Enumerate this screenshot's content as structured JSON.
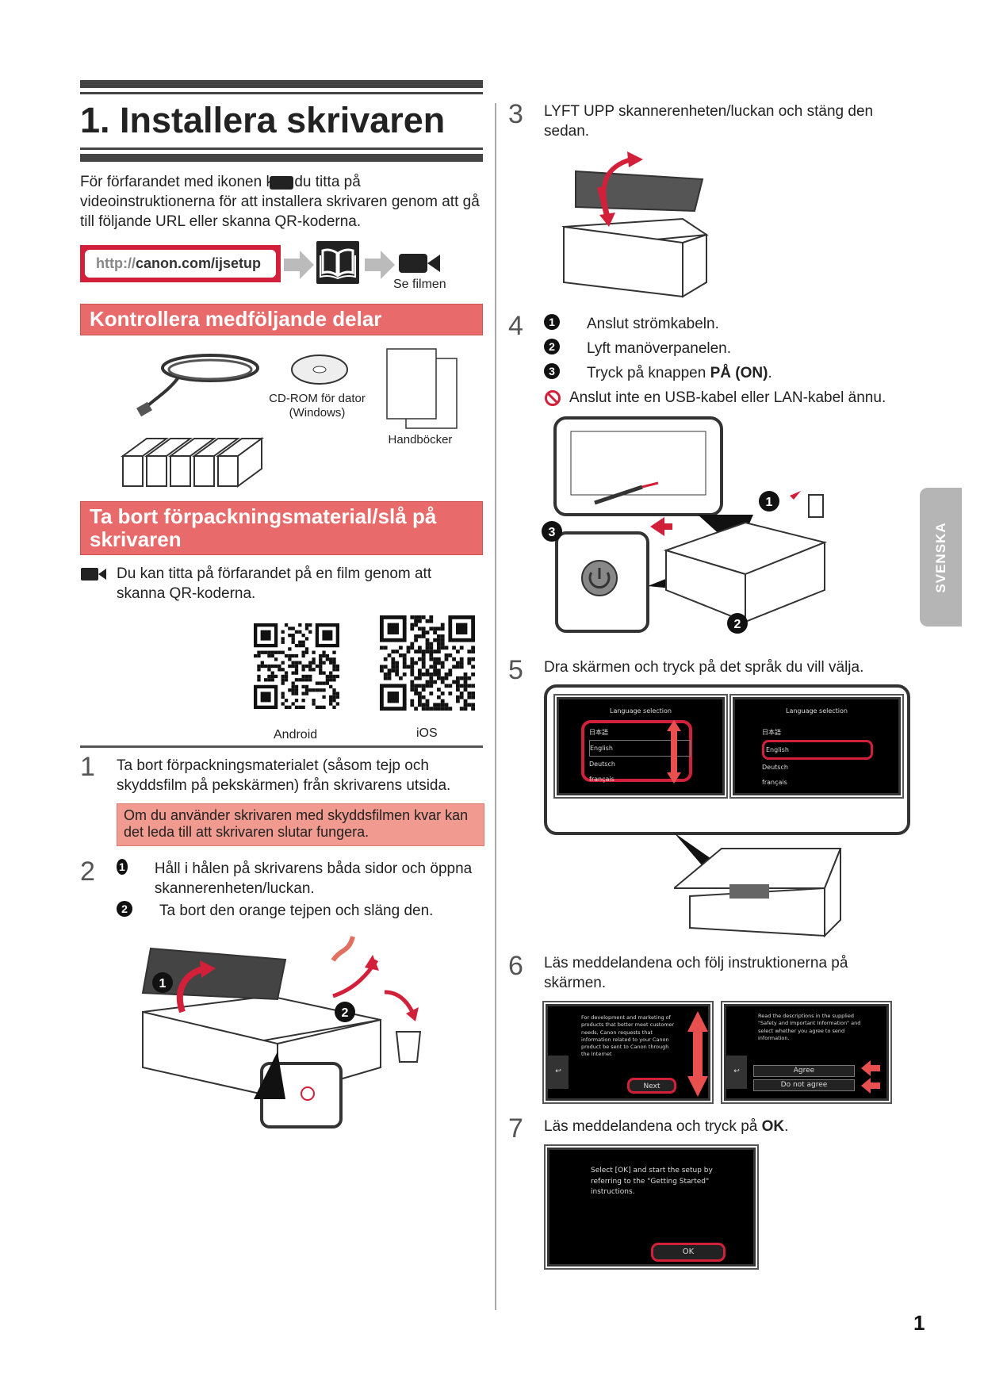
{
  "left": {
    "title": "1. Installera skrivaren",
    "intro": "För förfarandet med ikonen kan du titta på videoinstruktionerna för att installera skrivaren genom att gå till följande URL eller skanna QR-koderna.",
    "intro_before": "För förfarandet med ikonen",
    "intro_after": "an du titta på videoinstruktionerna för att installera skrivaren genom att gå till följande URL eller skanna QR-koderna.",
    "url_prefix": "http://",
    "url_main": "canon.com/ijsetup",
    "see_film": "Se filmen",
    "section1": "Kontrollera medföljande delar",
    "cdrom": "CD-ROM för dator (Windows)",
    "manuals": "Handböcker",
    "section2": "Ta bort förpackningsmaterial/slå på skrivaren",
    "video_note": "Du kan titta på förfarandet på en film genom att skanna QR-koderna.",
    "qr_android": "Android",
    "qr_ios": "iOS",
    "step1_num": "1",
    "step1_text": "Ta bort förpackningsmaterialet (såsom tejp och skyddsfilm på pekskärmen) från skrivarens utsida.",
    "step1_warning": "Om du använder skrivaren med skyddsfilmen kvar kan det leda till att skrivaren slutar fungera.",
    "step2_num": "2",
    "step2_items": [
      "Håll i hålen på skrivarens båda sidor och öppna skannerenheten/luckan.",
      "Ta bort den orange tejpen och släng den."
    ],
    "markers": [
      "1",
      "2"
    ]
  },
  "right": {
    "step3_num": "3",
    "step3_text": "LYFT UPP skannerenheten/luckan och stäng den sedan.",
    "step4_num": "4",
    "step4_items": [
      "Anslut strömkabeln.",
      "Lyft manöverpanelen.",
      "Tryck på knappen "
    ],
    "step4_bold": "PÅ (ON)",
    "step4_warning": "Anslut inte en USB-kabel eller LAN-kabel ännu.",
    "step4_markers": [
      "1",
      "2",
      "3"
    ],
    "step5_num": "5",
    "step5_text": "Dra skärmen och tryck på det språk du vill välja.",
    "lang_title": "Language selection",
    "languages": [
      "日本語",
      "English",
      "Deutsch",
      "français"
    ],
    "step6_num": "6",
    "step6_text": "Läs meddelandena och följ instruktionerna på skärmen.",
    "screen6a_text": "For development and marketing of products that better meet customer needs, Canon requests that information related to your Canon product be sent to Canon through the Internet",
    "screen6a_next": "Next",
    "screen6b_text": "Read the descriptions in the supplied \"Safety and Important Information\" and select whether you agree to send information.",
    "screen6b_agree": "Agree",
    "screen6b_disagree": "Do not agree",
    "step7_num": "7",
    "step7_text": "Läs meddelandena och tryck på ",
    "step7_bold": "OK",
    "screen7_text": "Select [OK] and start the setup by referring to the \"Getting Started\" instructions.",
    "screen7_ok": "OK"
  },
  "side_tab": "SVENSKA",
  "page_number": "1",
  "colors": {
    "accent_red": "#e86a6a",
    "url_border": "#d3203a",
    "note_bg": "#f09a90"
  }
}
